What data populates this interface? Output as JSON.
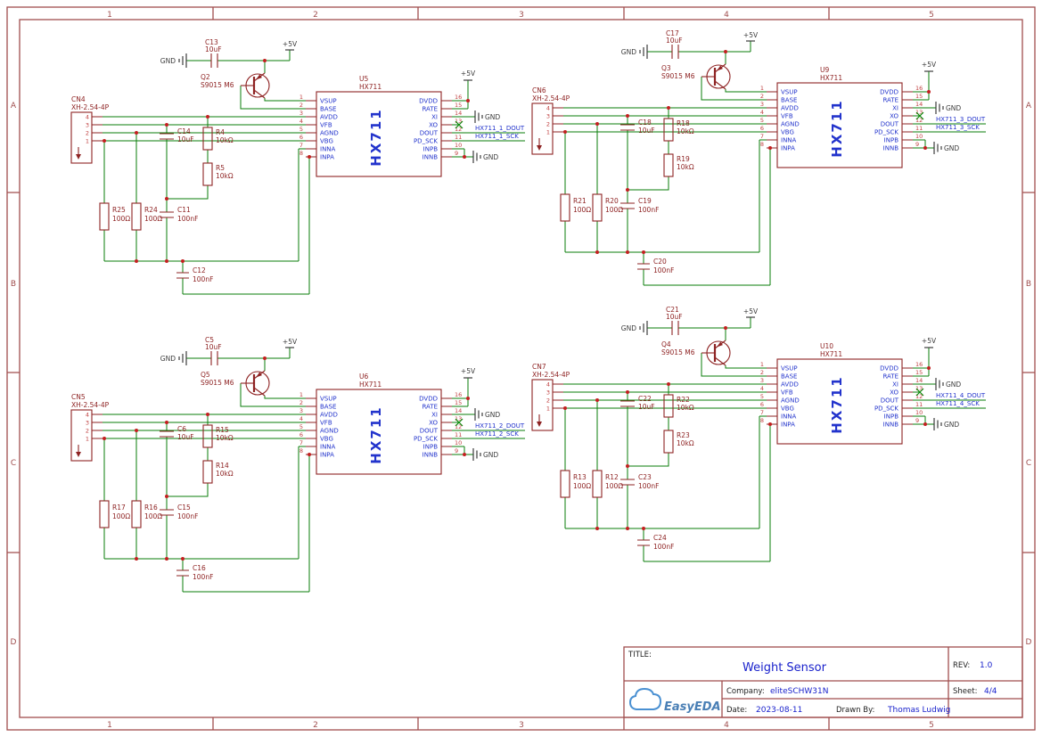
{
  "frame": {
    "columns": [
      "1",
      "2",
      "3",
      "4",
      "5"
    ],
    "rows": [
      "A",
      "B",
      "C",
      "D"
    ]
  },
  "labels": {
    "gnd": "GND",
    "p5v": "+5V"
  },
  "ic_shared": {
    "part": "HX711",
    "left_pins": [
      {
        "num": "1",
        "name": "VSUP"
      },
      {
        "num": "2",
        "name": "BASE"
      },
      {
        "num": "3",
        "name": "AVDD"
      },
      {
        "num": "4",
        "name": "VFB"
      },
      {
        "num": "5",
        "name": "AGND"
      },
      {
        "num": "6",
        "name": "VBG"
      },
      {
        "num": "7",
        "name": "INNA"
      },
      {
        "num": "8",
        "name": "INPA"
      }
    ],
    "right_pins": [
      {
        "num": "16",
        "name": "DVDD"
      },
      {
        "num": "15",
        "name": "RATE"
      },
      {
        "num": "14",
        "name": "XI"
      },
      {
        "num": "13",
        "name": "XO"
      },
      {
        "num": "12",
        "name": "DOUT"
      },
      {
        "num": "11",
        "name": "PD_SCK"
      },
      {
        "num": "10",
        "name": "INPB"
      },
      {
        "num": "9",
        "name": "INNB"
      }
    ]
  },
  "blocks": [
    {
      "connector": {
        "ref": "CN4",
        "val": "XH-2.54-4P",
        "pins": [
          "4",
          "3",
          "2",
          "1"
        ]
      },
      "cap_top": {
        "ref": "C13",
        "val": "10uF"
      },
      "transistor": {
        "ref": "Q2",
        "val": "S9015 M6"
      },
      "cap_mid": {
        "ref": "C14",
        "val": "10uF"
      },
      "r_top": {
        "ref": "R4",
        "val": "10kΩ"
      },
      "r_mid": {
        "ref": "R5",
        "val": "10kΩ"
      },
      "r_left": {
        "ref": "R25",
        "val": "100Ω"
      },
      "r_left2": {
        "ref": "R24",
        "val": "100Ω"
      },
      "cap_bot1": {
        "ref": "C11",
        "val": "100nF"
      },
      "cap_bot2": {
        "ref": "C12",
        "val": "100nF"
      },
      "ic": {
        "ref": "U5",
        "val": "HX711"
      },
      "net_dout": "HX711_1_DOUT",
      "net_sck": "HX711_1_SCK"
    },
    {
      "connector": {
        "ref": "CN6",
        "val": "XH-2.54-4P",
        "pins": [
          "4",
          "3",
          "2",
          "1"
        ]
      },
      "cap_top": {
        "ref": "C17",
        "val": "10uF"
      },
      "transistor": {
        "ref": "Q3",
        "val": "S9015 M6"
      },
      "cap_mid": {
        "ref": "C18",
        "val": "10uF"
      },
      "r_top": {
        "ref": "R18",
        "val": "10kΩ"
      },
      "r_mid": {
        "ref": "R19",
        "val": "10kΩ"
      },
      "r_left": {
        "ref": "R21",
        "val": "100Ω"
      },
      "r_left2": {
        "ref": "R20",
        "val": "100Ω"
      },
      "cap_bot1": {
        "ref": "C19",
        "val": "100nF"
      },
      "cap_bot2": {
        "ref": "C20",
        "val": "100nF"
      },
      "ic": {
        "ref": "U9",
        "val": "HX711"
      },
      "net_dout": "HX711_3_DOUT",
      "net_sck": "HX711_3_SCK"
    },
    {
      "connector": {
        "ref": "CN5",
        "val": "XH-2.54-4P",
        "pins": [
          "4",
          "3",
          "2",
          "1"
        ]
      },
      "cap_top": {
        "ref": "C5",
        "val": "10uF"
      },
      "transistor": {
        "ref": "Q5",
        "val": "S9015 M6"
      },
      "cap_mid": {
        "ref": "C6",
        "val": "10uF"
      },
      "r_top": {
        "ref": "R15",
        "val": "10kΩ"
      },
      "r_mid": {
        "ref": "R14",
        "val": "10kΩ"
      },
      "r_left": {
        "ref": "R17",
        "val": "100Ω"
      },
      "r_left2": {
        "ref": "R16",
        "val": "100Ω"
      },
      "cap_bot1": {
        "ref": "C15",
        "val": "100nF"
      },
      "cap_bot2": {
        "ref": "C16",
        "val": "100nF"
      },
      "ic": {
        "ref": "U6",
        "val": "HX711"
      },
      "net_dout": "HX711_2_DOUT",
      "net_sck": "HX711_2_SCK"
    },
    {
      "connector": {
        "ref": "CN7",
        "val": "XH-2.54-4P",
        "pins": [
          "4",
          "3",
          "2",
          "1"
        ]
      },
      "cap_top": {
        "ref": "C21",
        "val": "10uF"
      },
      "transistor": {
        "ref": "Q4",
        "val": "S9015 M6"
      },
      "cap_mid": {
        "ref": "C22",
        "val": "10uF"
      },
      "r_top": {
        "ref": "R22",
        "val": "10kΩ"
      },
      "r_mid": {
        "ref": "R23",
        "val": "10kΩ"
      },
      "r_left": {
        "ref": "R13",
        "val": "100Ω"
      },
      "r_left2": {
        "ref": "R12",
        "val": "100Ω"
      },
      "cap_bot1": {
        "ref": "C23",
        "val": "100nF"
      },
      "cap_bot2": {
        "ref": "C24",
        "val": "100nF"
      },
      "ic": {
        "ref": "U10",
        "val": "HX711"
      },
      "net_dout": "HX711_4_DOUT",
      "net_sck": "HX711_4_SCK"
    }
  ],
  "title_block": {
    "title_label": "TITLE:",
    "title": "Weight Sensor",
    "rev_label": "REV:",
    "rev": "1.0",
    "company_label": "Company:",
    "company": "eliteSCHW31N",
    "sheet_label": "Sheet:",
    "sheet": "4/4",
    "date_label": "Date:",
    "date": "2023-08-11",
    "drawn_by_label": "Drawn By:",
    "drawn_by": "Thomas Ludwig",
    "logo_text": "EasyEDA"
  }
}
